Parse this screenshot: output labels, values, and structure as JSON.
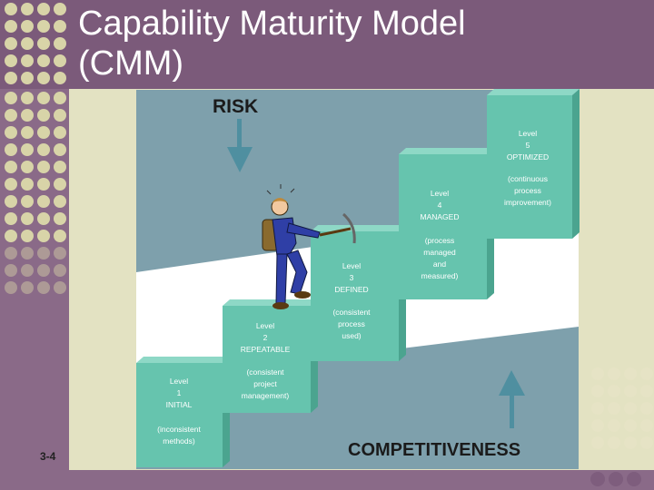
{
  "slide": {
    "title_line1": "Capability Maturity Model",
    "title_line2": "(CMM)",
    "slide_number": "3-4"
  },
  "colors": {
    "title_band": "#7b5a7a",
    "left_band": "#8a6a88",
    "dot": "#d8d4a8",
    "dot_faint": "#e7e4c6",
    "content_bg": "#e3e2c2",
    "sky": "#7ea0ac",
    "wall": "#8aa6b0",
    "diagonal": "#ffffff",
    "step_front": "#66c4ae",
    "step_side": "#4ba48f",
    "step_top": "#8ed8c6",
    "arrow": "#4f8fa0"
  },
  "diagram": {
    "risk_label": "RISK",
    "competitiveness_label": "COMPETITIVENESS",
    "levels": [
      {
        "line1": "Level",
        "line2": "1",
        "name": "INITIAL",
        "desc": [
          "(inconsistent",
          "methods)"
        ]
      },
      {
        "line1": "Level",
        "line2": "2",
        "name": "REPEATABLE",
        "desc": [
          "(consistent",
          "project",
          "management)"
        ]
      },
      {
        "line1": "Level",
        "line2": "3",
        "name": "DEFINED",
        "desc": [
          "(consistent",
          "process",
          "used)"
        ]
      },
      {
        "line1": "Level",
        "line2": "4",
        "name": "MANAGED",
        "desc": [
          "(process",
          "managed",
          "and",
          "measured)"
        ]
      },
      {
        "line1": "Level",
        "line2": "5",
        "name": "OPTIMIZED",
        "desc": [
          "(continuous",
          "process",
          "improvement)"
        ]
      }
    ]
  }
}
